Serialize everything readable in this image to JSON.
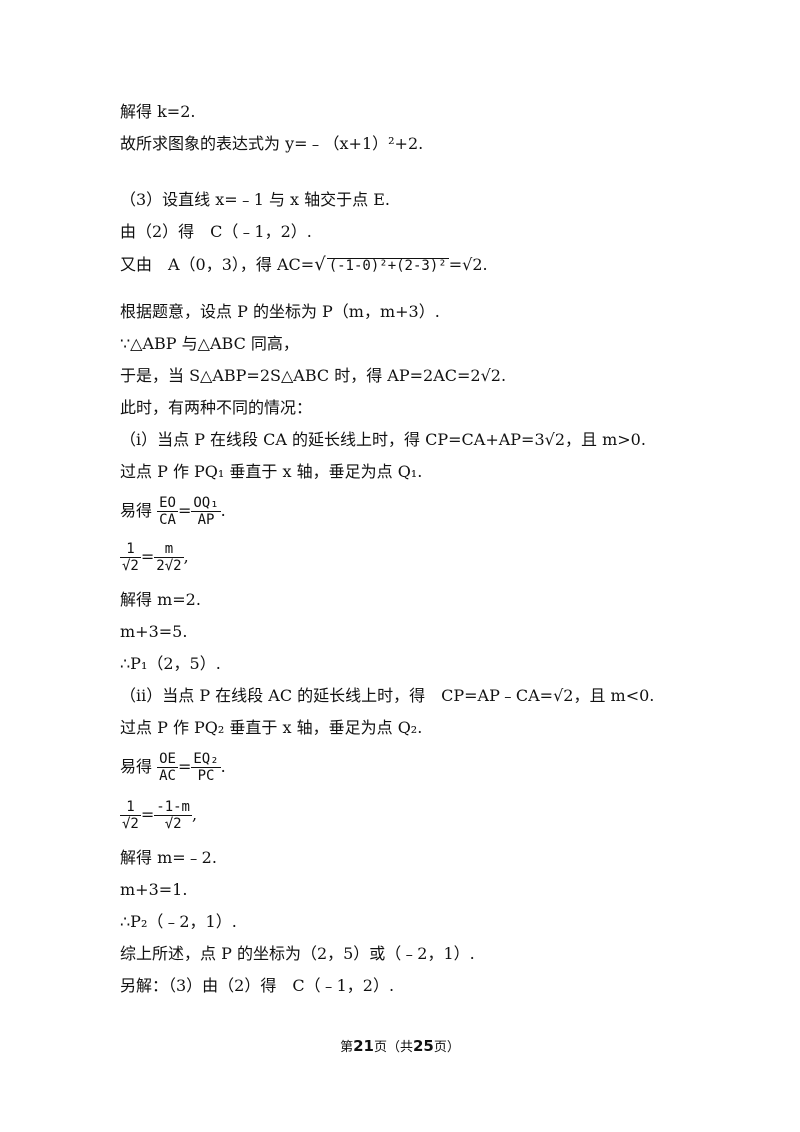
{
  "lines": {
    "l1": "解得 k=2.",
    "l2": "故所求图象的表达式为 y=﹣（x+1）²+2.",
    "l3": "（3）设直线 x=﹣1 与 x 轴交于点 E.",
    "l4": "由（2）得　C（﹣1，2）.",
    "l5_pre": "又由　A（0，3），得 AC=",
    "l5_rad": "(-1-0)²+(2-3)²",
    "l5_post": "=√2.",
    "l6": "根据题意，设点 P 的坐标为 P（m，m+3）.",
    "l7": "∵△ABP 与△ABC 同高，",
    "l8": "于是，当 S△ABP=2S△ABC 时，得 AP=2AC=2√2.",
    "l9": "此时，有两种不同的情况：",
    "l10": "（ⅰ）当点 P 在线段 CA 的延长线上时，得 CP=CA+AP=3√2，且 m>0.",
    "l11": "过点 P 作 PQ₁ 垂直于 x 轴，垂足为点 Q₁.",
    "l12_pre": "易得",
    "l12_f1_num": "EO",
    "l12_f1_den": "CA",
    "l12_f2_num": "OQ₁",
    "l12_f2_den": "AP",
    "l13_f1_num": "1",
    "l13_f1_den": "√2",
    "l13_f2_num": "m",
    "l13_f2_den": "2√2",
    "l14": "解得 m=2.",
    "l15": "m+3=5.",
    "l16": "∴P₁（2，5）.",
    "l17": "（ⅱ）当点 P 在线段 AC 的延长线上时，得　CP=AP﹣CA=√2，且 m<0.",
    "l18": "过点 P 作 PQ₂ 垂直于 x 轴，垂足为点 Q₂.",
    "l19_pre": "易得",
    "l19_f1_num": "OE",
    "l19_f1_den": "AC",
    "l19_f2_num": "EQ₂",
    "l19_f2_den": "PC",
    "l20_f1_num": "1",
    "l20_f1_den": "√2",
    "l20_f2_num": "-1-m",
    "l20_f2_den": "√2",
    "l21": "解得 m=﹣2.",
    "l22": "m+3=1.",
    "l23": "∴P₂（﹣2，1）.",
    "l24": "综上所述，点 P 的坐标为（2，5）或（﹣2，1）.",
    "l25": "另解：（3）由（2）得　C（﹣1，2）."
  },
  "footer": {
    "pre": "第",
    "page": "21",
    "mid": "页（共",
    "total": "25",
    "post": "页）"
  }
}
